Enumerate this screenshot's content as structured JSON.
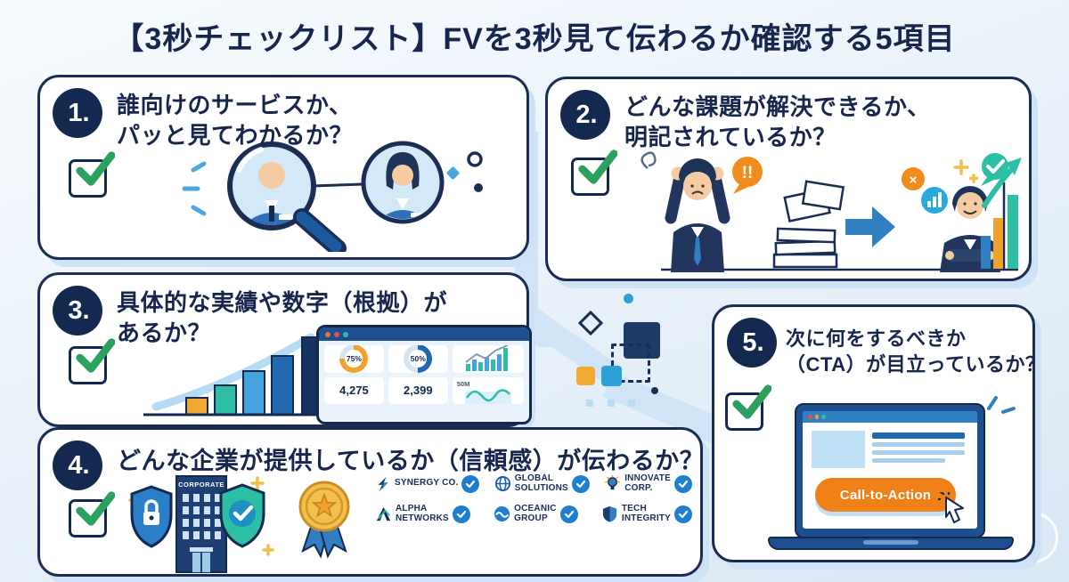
{
  "title": "【3秒チェックリスト】FVを3秒見て伝わるか確認する5項目",
  "items": [
    {
      "number": "1.",
      "line1": "誰向けのサービスか、",
      "line2": "パッと見てわかるか？"
    },
    {
      "number": "2.",
      "line1": "どんな課題が解決できるか、",
      "line2": "明記されているか？"
    },
    {
      "number": "3.",
      "line1": "具体的な実績や数字（根拠）が",
      "line2": "あるか？"
    },
    {
      "number": "4.",
      "line1": "どんな企業が提供しているか（信頼感）が伝わるか？",
      "line2": ""
    },
    {
      "number": "5.",
      "line1": "次に何をするべきか",
      "line2": "（CTA）が目立っているか？"
    }
  ],
  "box2_illustration": {
    "alert": "!!",
    "reject": "×"
  },
  "box3_dashboard": {
    "donut1": "75%",
    "donut2": "50%",
    "stat1": "4,275",
    "stat2": "2,399",
    "stat3": "50M"
  },
  "box4": {
    "building_label": "CORPORATE",
    "logos": [
      {
        "line1": "SYNERGY CO.",
        "line2": ""
      },
      {
        "line1": "GLOBAL",
        "line2": "SOLUTIONS"
      },
      {
        "line1": "INNOVATE",
        "line2": "CORP."
      },
      {
        "line1": "ALPHA",
        "line2": "NETWORKS"
      },
      {
        "line1": "OCEANIC",
        "line2": "GROUP"
      },
      {
        "line1": "TECH",
        "line2": "INTEGRITY"
      }
    ]
  },
  "box5": {
    "cta_label": "Call-to-Action"
  },
  "colors": {
    "navy": "#14294f",
    "text": "#18264d",
    "green_check": "#2ba05f",
    "orange": "#f08018",
    "accent_blue": "#2f7fc1",
    "teal": "#2dbfa5",
    "gold": "#f3c14b",
    "ribbon": "#cfe4f6"
  }
}
